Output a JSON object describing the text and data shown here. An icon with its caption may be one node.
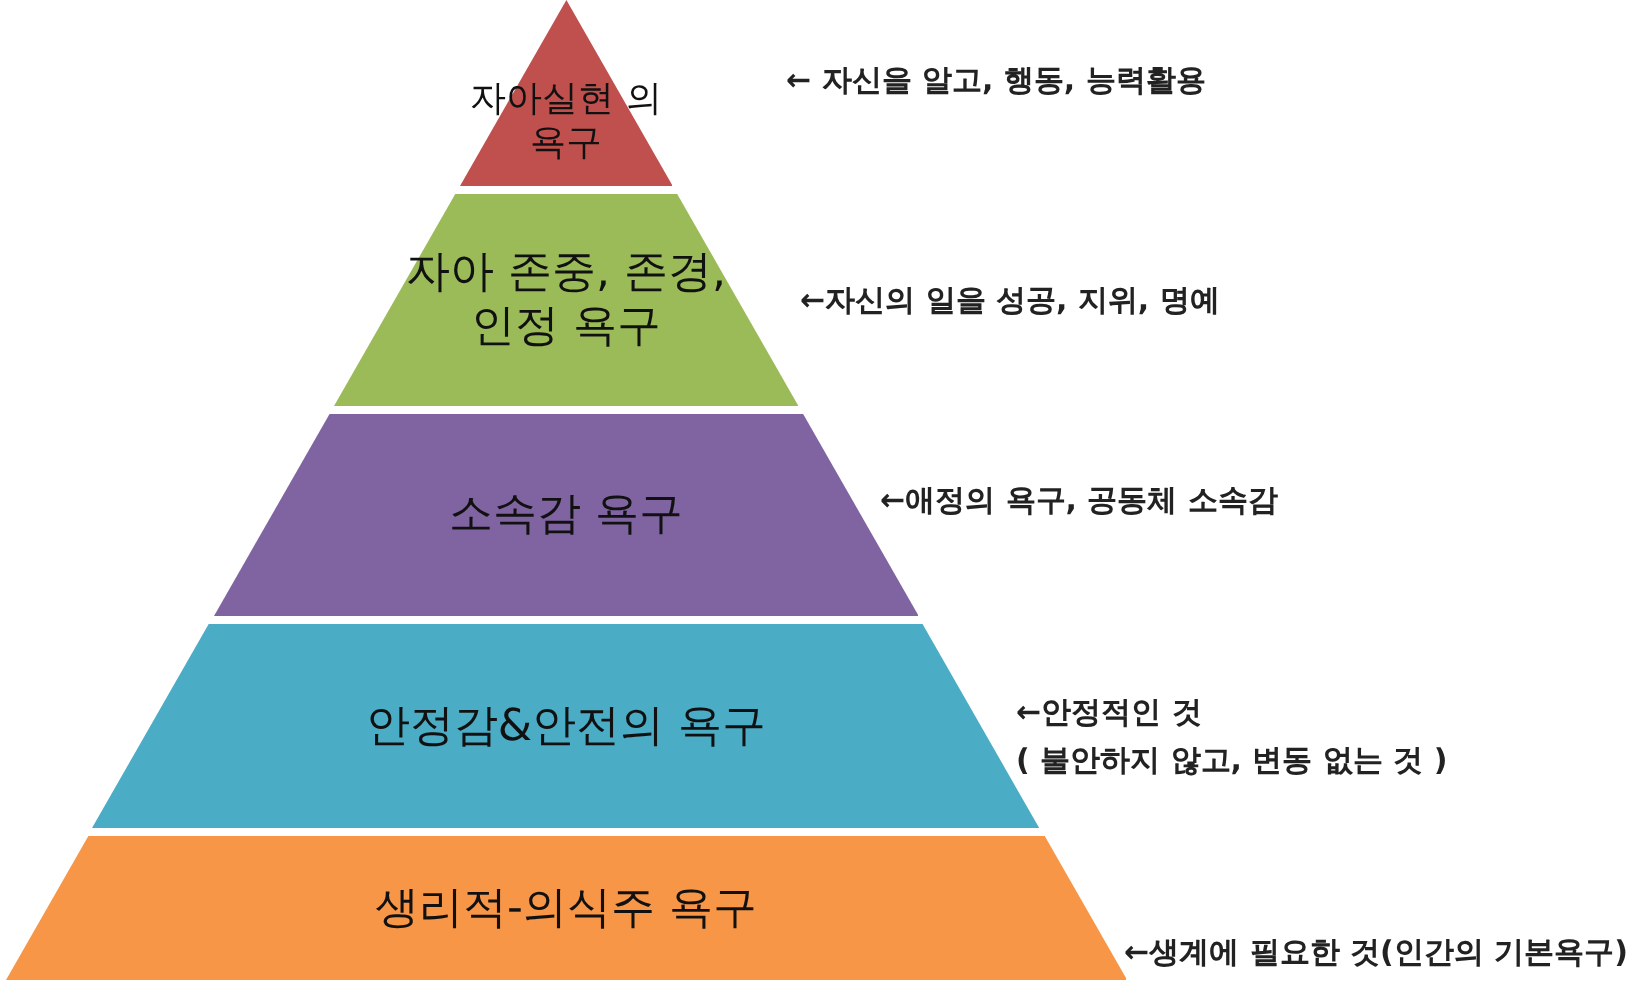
{
  "diagram": {
    "nodes": [
      {
        "text": [
          "자아실현 의 욕구"
        ],
        "beside": [
          "← 자신을 알고, 행동, 능력활용"
        ]
      },
      {
        "text": [
          "자아 존중, 존경,인정 욕구"
        ],
        "beside": [
          "←자신의 일을 성공, 지위, 명예"
        ]
      },
      {
        "text": [
          "소속감 욕구"
        ],
        "beside": [
          "←애정의 욕구, 공동체 소속감"
        ]
      },
      {
        "text": [
          "안정감&안전의 욕구"
        ],
        "beside": [
          "←안정적인 것",
          "( 불안하지 않고, 변동 없는 것 )"
        ]
      },
      {
        "text": [
          "생리적-의식주 욕구"
        ],
        "beside": [
          "←생계에 필요한 것(인간의 기본욕구)"
        ]
      }
    ]
  }
}
